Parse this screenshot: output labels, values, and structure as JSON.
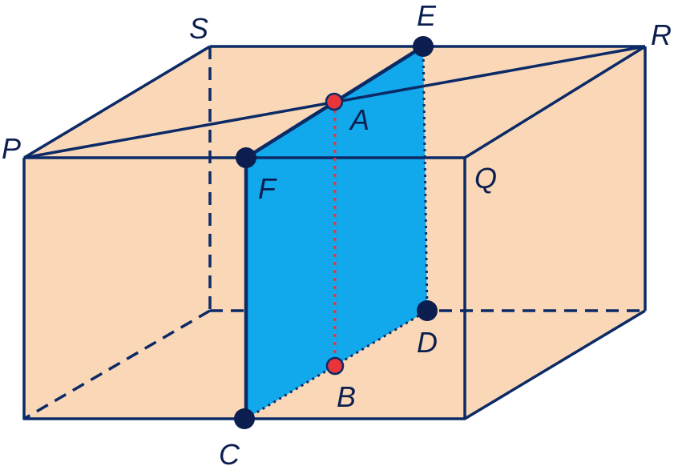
{
  "labels": {
    "S": "S",
    "E": "E",
    "R": "R",
    "A": "A",
    "P": "P",
    "F": "F",
    "Q": "Q",
    "D": "D",
    "B": "B",
    "C": "C"
  },
  "colors": {
    "box_fill": "#f9d7b7",
    "box_edge": "#0b2a66",
    "plane_fill": "#12a9ec",
    "vertex_point": "#0b1e4f",
    "marked_point": "#e8353b",
    "section_line": "#e8353b"
  }
}
